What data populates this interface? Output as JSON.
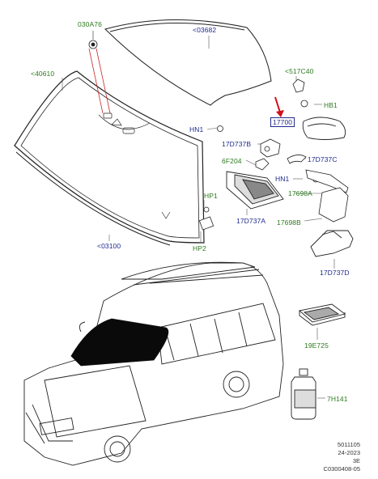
{
  "callouts": {
    "part_030A76": "030A76",
    "part_03682": "<03682",
    "part_40610": "<40610",
    "part_517C40": "<517C40",
    "part_HB1": "HB1",
    "part_17700": "17700",
    "part_HN1_top": "HN1",
    "part_17D737B": "17D737B",
    "part_17D737C": "17D737C",
    "part_6F204": "6F204",
    "part_HN1_mid": "HN1",
    "part_17698A": "17698A",
    "part_HP1": "HP1",
    "part_HP2": "HP2",
    "part_17D737A": "17D737A",
    "part_17698B": "17698B",
    "part_03100": "<03100",
    "part_17D737D": "17D737D",
    "part_19E725": "19E725",
    "part_7H141": "7H141"
  },
  "footer": {
    "line1": "5011105",
    "line2": "24-2023",
    "line3": "3E",
    "line4": "C0300408-05"
  },
  "colors": {
    "blue_label": "#1f2a8c",
    "green_label": "#2d7a1f",
    "highlight_arrow": "#d0101a",
    "line_art": "#222222",
    "glass_fill": "#0a0a0a"
  }
}
